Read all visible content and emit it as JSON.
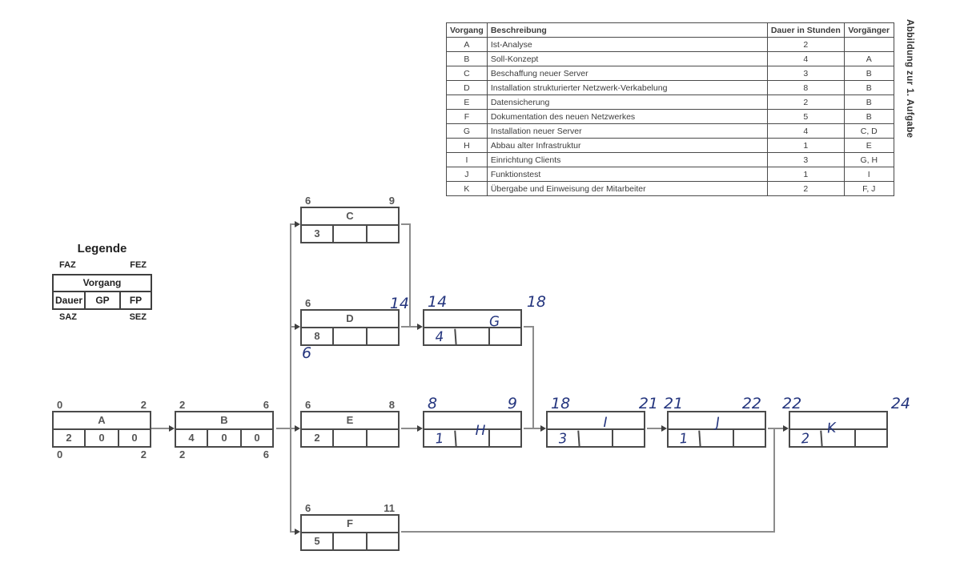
{
  "caption_vertical": "Abbildung zur 1. Aufgabe",
  "table": {
    "headers": [
      "Vorgang",
      "Beschreibung",
      "Dauer in Stunden",
      "Vorgänger"
    ],
    "rows": [
      {
        "id": "A",
        "desc": "Ist-Analyse",
        "dauer": "2",
        "vorg": ""
      },
      {
        "id": "B",
        "desc": "Soll-Konzept",
        "dauer": "4",
        "vorg": "A"
      },
      {
        "id": "C",
        "desc": "Beschaffung neuer Server",
        "dauer": "3",
        "vorg": "B"
      },
      {
        "id": "D",
        "desc": "Installation strukturierter Netzwerk-Verkabelung",
        "dauer": "8",
        "vorg": "B"
      },
      {
        "id": "E",
        "desc": "Datensicherung",
        "dauer": "2",
        "vorg": "B"
      },
      {
        "id": "F",
        "desc": "Dokumentation des neuen Netzwerkes",
        "dauer": "5",
        "vorg": "B"
      },
      {
        "id": "G",
        "desc": "Installation neuer Server",
        "dauer": "4",
        "vorg": "C, D"
      },
      {
        "id": "H",
        "desc": "Abbau alter Infrastruktur",
        "dauer": "1",
        "vorg": "E"
      },
      {
        "id": "I",
        "desc": "Einrichtung Clients",
        "dauer": "3",
        "vorg": "G, H"
      },
      {
        "id": "J",
        "desc": "Funktionstest",
        "dauer": "1",
        "vorg": "I"
      },
      {
        "id": "K",
        "desc": "Übergabe und Einweisung der Mitarbeiter",
        "dauer": "2",
        "vorg": "F, J"
      }
    ]
  },
  "legend": {
    "title": "Legende",
    "faz": "FAZ",
    "fez": "FEZ",
    "saz": "SAZ",
    "sez": "SEZ",
    "vorgang": "Vorgang",
    "dauer": "Dauer",
    "gp": "GP",
    "fp": "FP"
  },
  "nodes": {
    "A": {
      "name": "A",
      "faz": "0",
      "fez": "2",
      "dauer": "2",
      "gp": "0",
      "fp": "0",
      "saz": "0",
      "sez": "2"
    },
    "B": {
      "name": "B",
      "faz": "2",
      "fez": "6",
      "dauer": "4",
      "gp": "0",
      "fp": "0",
      "saz": "2",
      "sez": "6"
    },
    "C": {
      "name": "C",
      "faz": "6",
      "fez": "9",
      "dauer": "3",
      "gp": "",
      "fp": "",
      "saz": "",
      "sez": ""
    },
    "D": {
      "name": "D",
      "faz": "6",
      "fez": "14",
      "dauer": "8",
      "gp": "",
      "fp": "",
      "saz": "6",
      "sez": ""
    },
    "E": {
      "name": "E",
      "faz": "6",
      "fez": "8",
      "dauer": "2",
      "gp": "",
      "fp": "",
      "saz": "",
      "sez": ""
    },
    "F": {
      "name": "F",
      "faz": "6",
      "fez": "11",
      "dauer": "5",
      "gp": "",
      "fp": "",
      "saz": "",
      "sez": ""
    },
    "G": {
      "name": "G",
      "faz": "14",
      "fez": "18",
      "dauer": "4",
      "gp": "",
      "fp": "",
      "saz": "",
      "sez": ""
    },
    "H": {
      "name": "H",
      "faz": "8",
      "fez": "9",
      "dauer": "1",
      "gp": "",
      "fp": "",
      "saz": "",
      "sez": ""
    },
    "I": {
      "name": "I",
      "faz": "18",
      "fez": "21",
      "dauer": "3",
      "gp": "",
      "fp": "",
      "saz": "",
      "sez": ""
    },
    "J": {
      "name": "J",
      "faz": "21",
      "fez": "22",
      "dauer": "1",
      "gp": "",
      "fp": "",
      "saz": "",
      "sez": ""
    },
    "K": {
      "name": "K",
      "faz": "22",
      "fez": "24",
      "dauer": "2",
      "gp": "",
      "fp": "",
      "saz": "",
      "sez": ""
    }
  },
  "colors": {
    "handwriting_ink": "#24357e",
    "print": "#4a4a4a",
    "connector": "#8c8c8c"
  }
}
